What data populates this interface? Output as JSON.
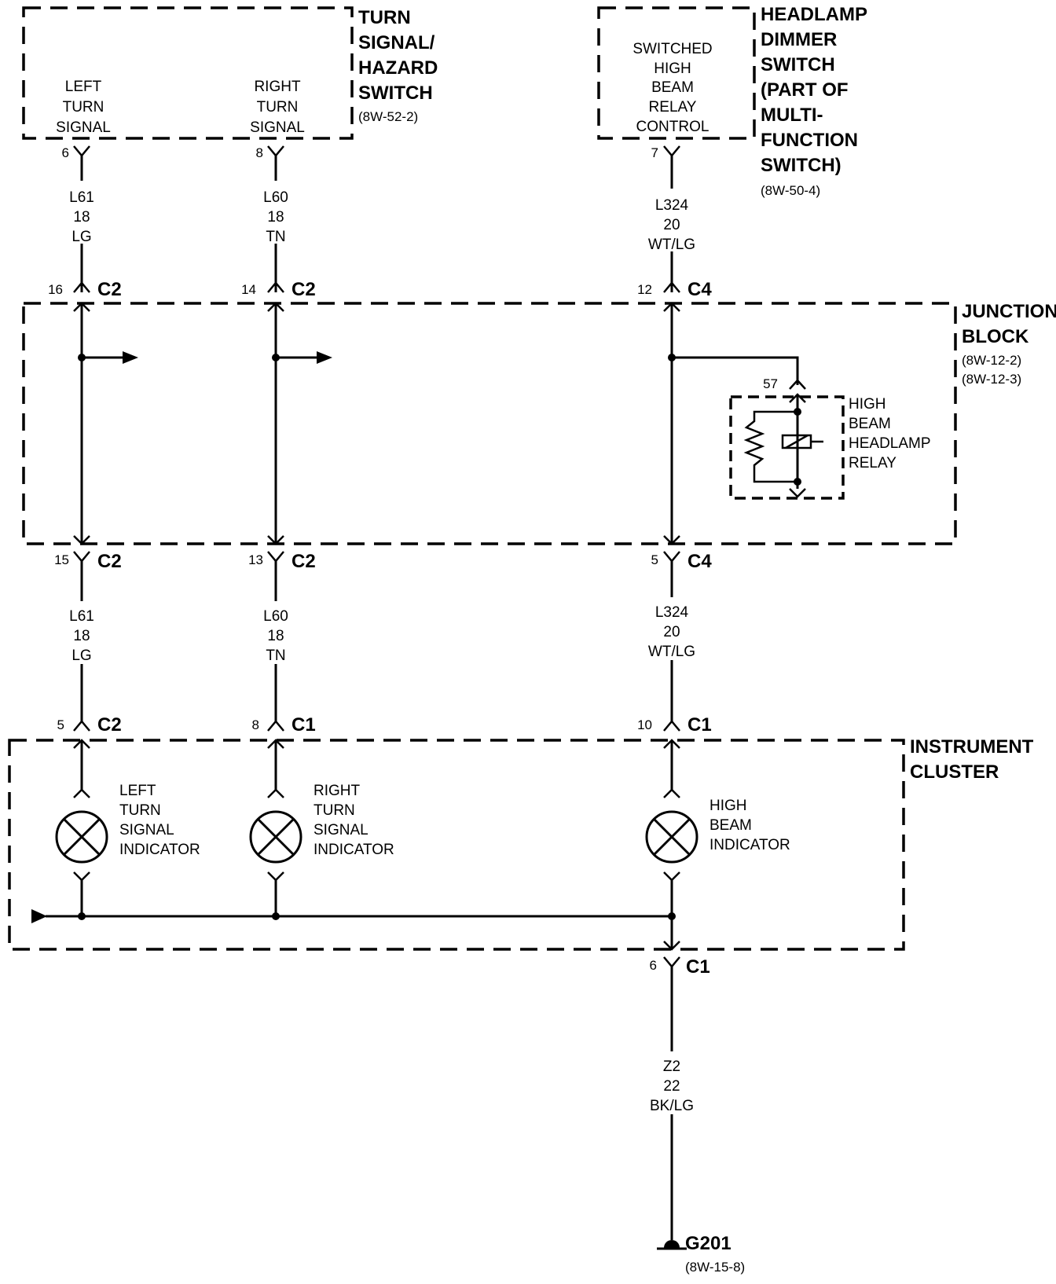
{
  "turn_switch": {
    "title": [
      "TURN",
      "SIGNAL/",
      "HAZARD",
      "SWITCH"
    ],
    "ref": "(8W-52-2)",
    "left_label": [
      "LEFT",
      "TURN",
      "SIGNAL"
    ],
    "right_label": [
      "RIGHT",
      "TURN",
      "SIGNAL"
    ],
    "left_pin": "6",
    "right_pin": "8"
  },
  "dimmer_switch": {
    "title": [
      "HEADLAMP",
      "DIMMER",
      "SWITCH",
      "(PART OF",
      "MULTI-",
      "FUNCTION",
      "SWITCH)"
    ],
    "ref": "(8W-50-4)",
    "label": [
      "SWITCHED",
      "HIGH",
      "BEAM",
      "RELAY",
      "CONTROL"
    ],
    "pin": "7"
  },
  "wires_upper": {
    "left": [
      "L61",
      "18",
      "LG"
    ],
    "right": [
      "L60",
      "18",
      "TN"
    ],
    "high": [
      "L324",
      "20",
      "WT/LG"
    ]
  },
  "junction_block": {
    "title": [
      "JUNCTION",
      "BLOCK"
    ],
    "refs": [
      "(8W-12-2)",
      "(8W-12-3)"
    ],
    "top_left_pin": "16",
    "top_left_conn": "C2",
    "top_mid_pin": "14",
    "top_mid_conn": "C2",
    "top_right_pin": "12",
    "top_right_conn": "C4",
    "bot_left_pin": "15",
    "bot_left_conn": "C2",
    "bot_mid_pin": "13",
    "bot_mid_conn": "C2",
    "bot_right_pin": "5",
    "bot_right_conn": "C4",
    "relay_pin": "57",
    "relay_label": [
      "HIGH",
      "BEAM",
      "HEADLAMP",
      "RELAY"
    ]
  },
  "wires_lower": {
    "left": [
      "L61",
      "18",
      "LG"
    ],
    "right": [
      "L60",
      "18",
      "TN"
    ],
    "high": [
      "L324",
      "20",
      "WT/LG"
    ]
  },
  "cluster": {
    "title": [
      "INSTRUMENT",
      "CLUSTER"
    ],
    "left_pin": "5",
    "left_conn": "C2",
    "mid_pin": "8",
    "mid_conn": "C1",
    "right_pin": "10",
    "right_conn": "C1",
    "left_label": [
      "LEFT",
      "TURN",
      "SIGNAL",
      "INDICATOR"
    ],
    "mid_label": [
      "RIGHT",
      "TURN",
      "SIGNAL",
      "INDICATOR"
    ],
    "right_label": [
      "HIGH",
      "BEAM",
      "INDICATOR"
    ],
    "ground_pin": "6",
    "ground_conn": "C1"
  },
  "ground_wire": [
    "Z2",
    "22",
    "BK/LG"
  ],
  "ground": {
    "name": "G201",
    "ref": "(8W-15-8)"
  }
}
